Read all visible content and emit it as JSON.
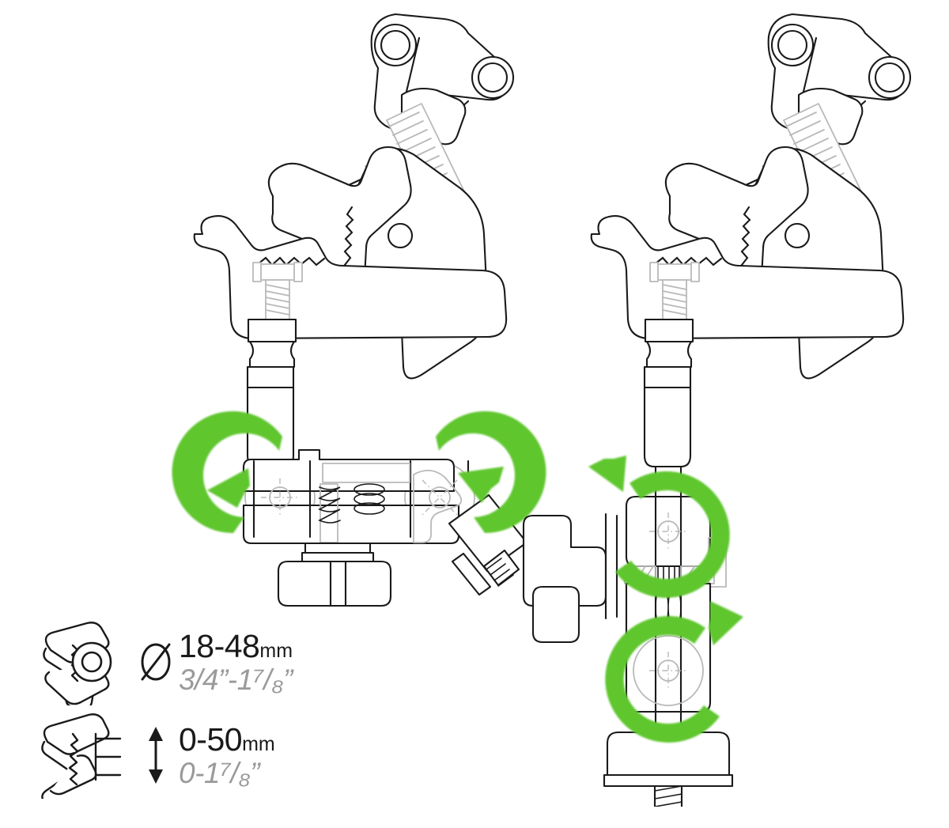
{
  "page": {
    "title": "Super Clamp — adjustment and capacity diagram",
    "background_color": "#ffffff",
    "line_color": "#1a1a1a",
    "ghost_line_color": "#b9b9b9",
    "accent_color": "#5ec62d",
    "muted_text_color": "#9a9a9a"
  },
  "figures": [
    {
      "id": "front-view",
      "name": "clamp-front-view",
      "caption": "",
      "rotation_arrows": [
        {
          "name": "rotation-arrow-left",
          "direction": "counter-clockwise",
          "axis": "horizontal-pivot-left"
        },
        {
          "name": "rotation-arrow-right",
          "direction": "clockwise",
          "axis": "horizontal-pivot-right"
        }
      ]
    },
    {
      "id": "side-view",
      "name": "clamp-side-view",
      "caption": "",
      "rotation_arrows": [
        {
          "name": "rotation-arrow-upper",
          "direction": "counter-clockwise",
          "axis": "upper-pivot"
        },
        {
          "name": "rotation-arrow-lower",
          "direction": "clockwise",
          "axis": "lower-pivot"
        }
      ]
    }
  ],
  "specs": [
    {
      "id": "round-capacity",
      "icon": "clamp-round-grip-icon",
      "symbol": "diameter-symbol",
      "symbol_glyph": "Ø",
      "metric_value": "18-48",
      "metric_unit": "mm",
      "imperial_whole_from": "3",
      "imperial_den_from": "4",
      "imperial_value": "3/4”-1⁷/₈”",
      "imperial_parts": {
        "from_num": "3",
        "from_den": "4",
        "to_whole": "1",
        "to_num": "7",
        "to_den": "8"
      }
    },
    {
      "id": "flat-capacity",
      "icon": "clamp-flat-grip-icon",
      "symbol": "double-arrow-vertical",
      "symbol_glyph": "↕",
      "metric_value": "0-50",
      "metric_unit": "mm",
      "imperial_value": "0-1⁷/₈”",
      "imperial_parts": {
        "from_whole": "0",
        "to_whole": "1",
        "to_num": "7",
        "to_den": "8"
      }
    }
  ]
}
